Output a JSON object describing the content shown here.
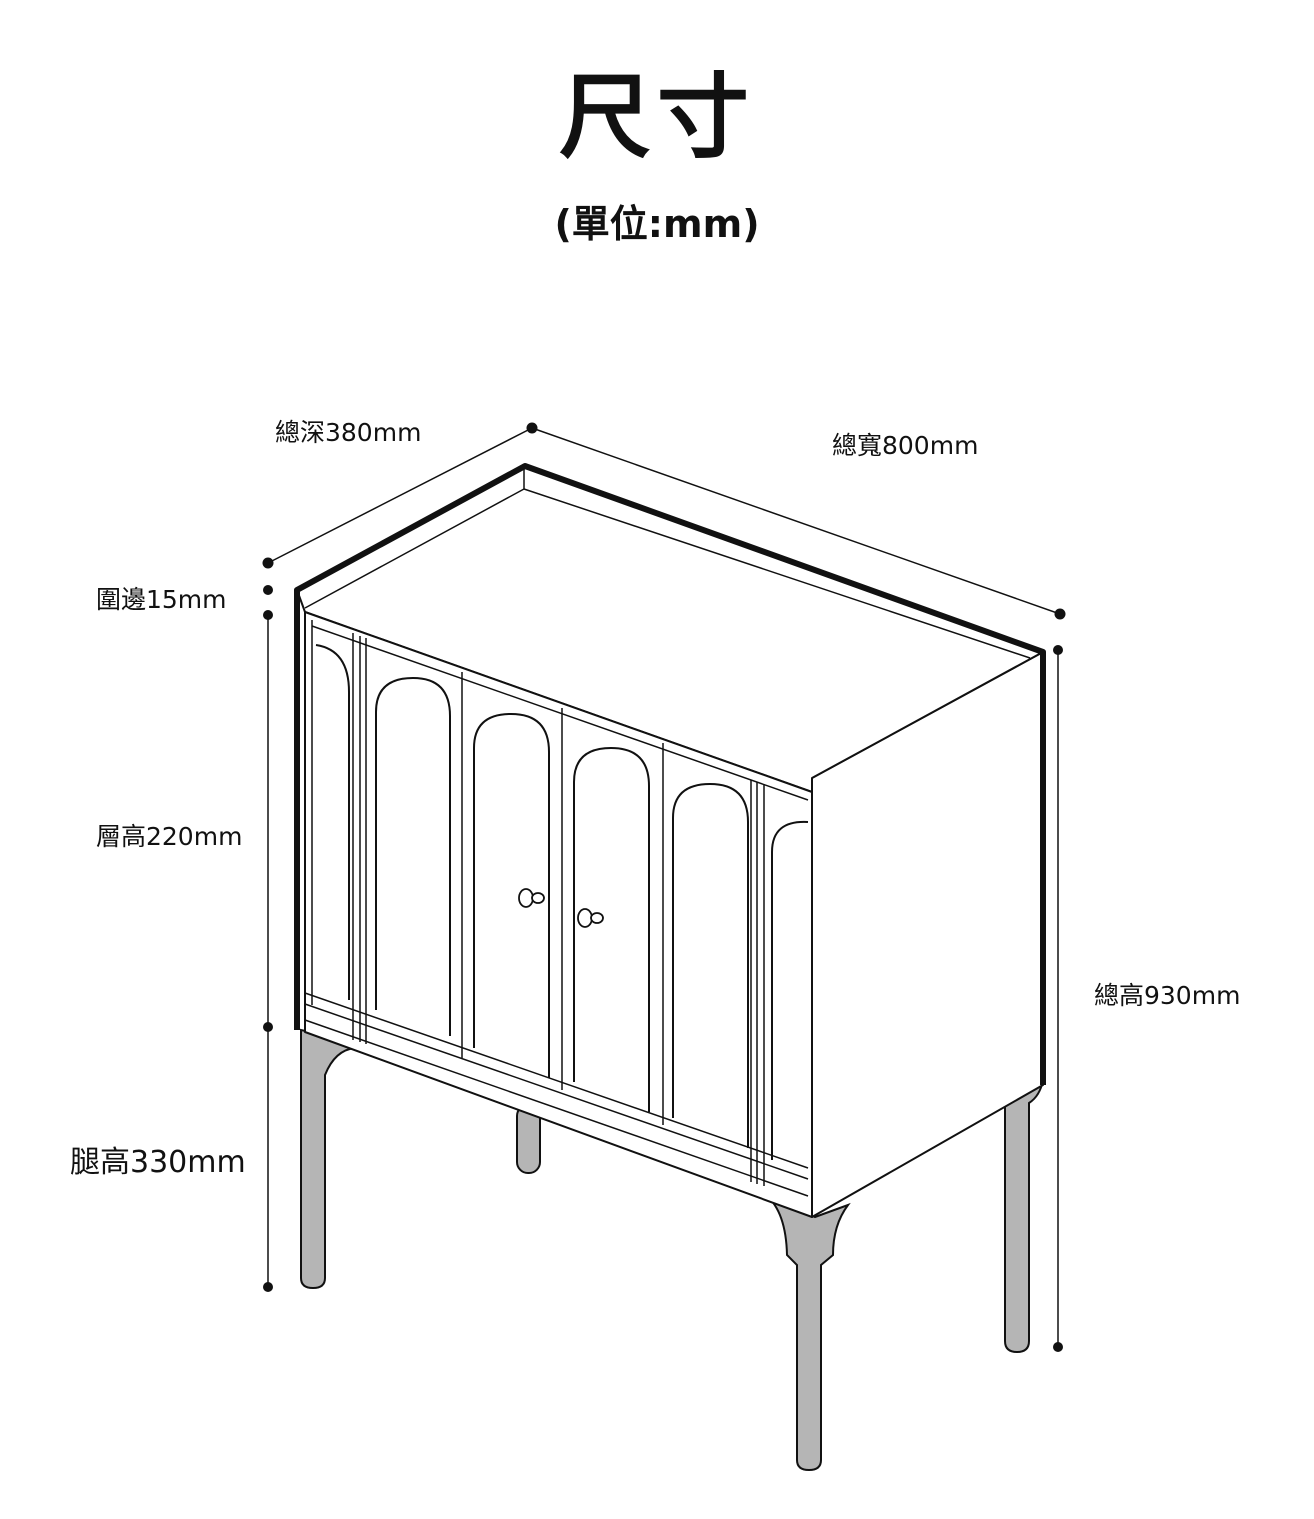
{
  "header": {
    "title": "尺寸",
    "unit_note": "(單位:mm)"
  },
  "dimensions": {
    "total_depth": "總深380mm",
    "total_width": "總寬800mm",
    "rim": "圍邊15mm",
    "shelf_height": "層高220mm",
    "total_height": "總高930mm",
    "leg_height": "腿高330mm"
  },
  "colors": {
    "line": "#111111",
    "leg": "#b5b5b5",
    "background": "#ffffff"
  }
}
